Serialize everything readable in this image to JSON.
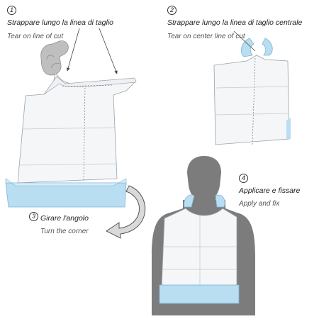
{
  "steps": [
    {
      "number": "1",
      "title": "Strappare lungo la linea di taglio",
      "subtitle": "Tear on line of cut"
    },
    {
      "number": "2",
      "title": "Strappare lungo la linea di taglio centrale",
      "subtitle": "Tear on center line of cut"
    },
    {
      "number": "3",
      "title": "Girare l'angolo",
      "subtitle": "Turn the corner"
    },
    {
      "number": "4",
      "title": "Applicare e fissare",
      "subtitle": "Apply and fix"
    }
  ],
  "colors": {
    "paper": "#f4f6f8",
    "pocket": "#b9ddf1",
    "pocket_edge": "#7fb5d6",
    "person": "#7c7c7c",
    "hand": "#bfbfbf",
    "line": "#444444"
  },
  "icons": [
    "hand-icon",
    "rotate-arrow-icon",
    "pointer-arrow-icon"
  ]
}
